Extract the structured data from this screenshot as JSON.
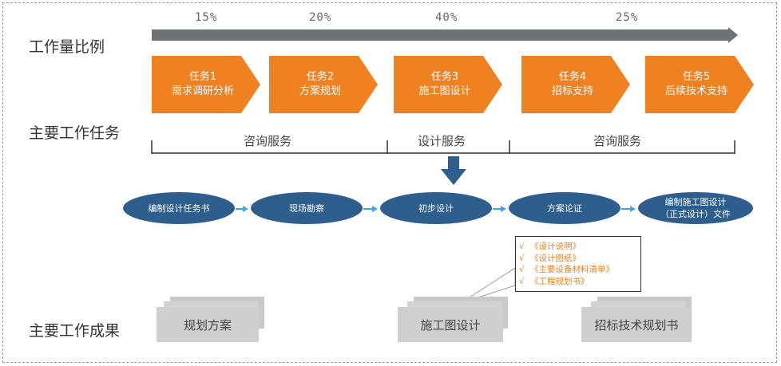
{
  "row_labels": {
    "ratio": "工作量比例",
    "tasks": "主要工作任务",
    "outputs": "主要工作成果"
  },
  "percentages": [
    "15%",
    "20%",
    "40%",
    "25%"
  ],
  "tasks": [
    {
      "title": "任务1",
      "desc": "需求调研分析"
    },
    {
      "title": "任务2",
      "desc": "方案规划"
    },
    {
      "title": "任务3",
      "desc": "施工图设计"
    },
    {
      "title": "任务4",
      "desc": "招标支持"
    },
    {
      "title": "任务5",
      "desc": "后续技术支持"
    }
  ],
  "services": [
    "咨询服务",
    "设计服务",
    "咨询服务"
  ],
  "process_steps": [
    "编制设计任务书",
    "现场勘察",
    "初步设计",
    "方案论证",
    "编制施工图设计（正式设计）文件"
  ],
  "process_step5_lines": [
    "编制施工图设计",
    "（正式设计）文件"
  ],
  "checklist": {
    "tick": "√",
    "items": [
      "《设计说明》",
      "《设计图纸》",
      "《主要设备材料清单》",
      "《工程规划书》"
    ]
  },
  "outputs": [
    "规划方案",
    "施工图设计",
    "招标技术规划书"
  ],
  "colors": {
    "task_orange": "#f08121",
    "process_blue": "#2d5e8e",
    "connector_blue": "#3fa6e0",
    "bar_gray": "#6d7276",
    "checklist_orange": "#e8811c"
  }
}
